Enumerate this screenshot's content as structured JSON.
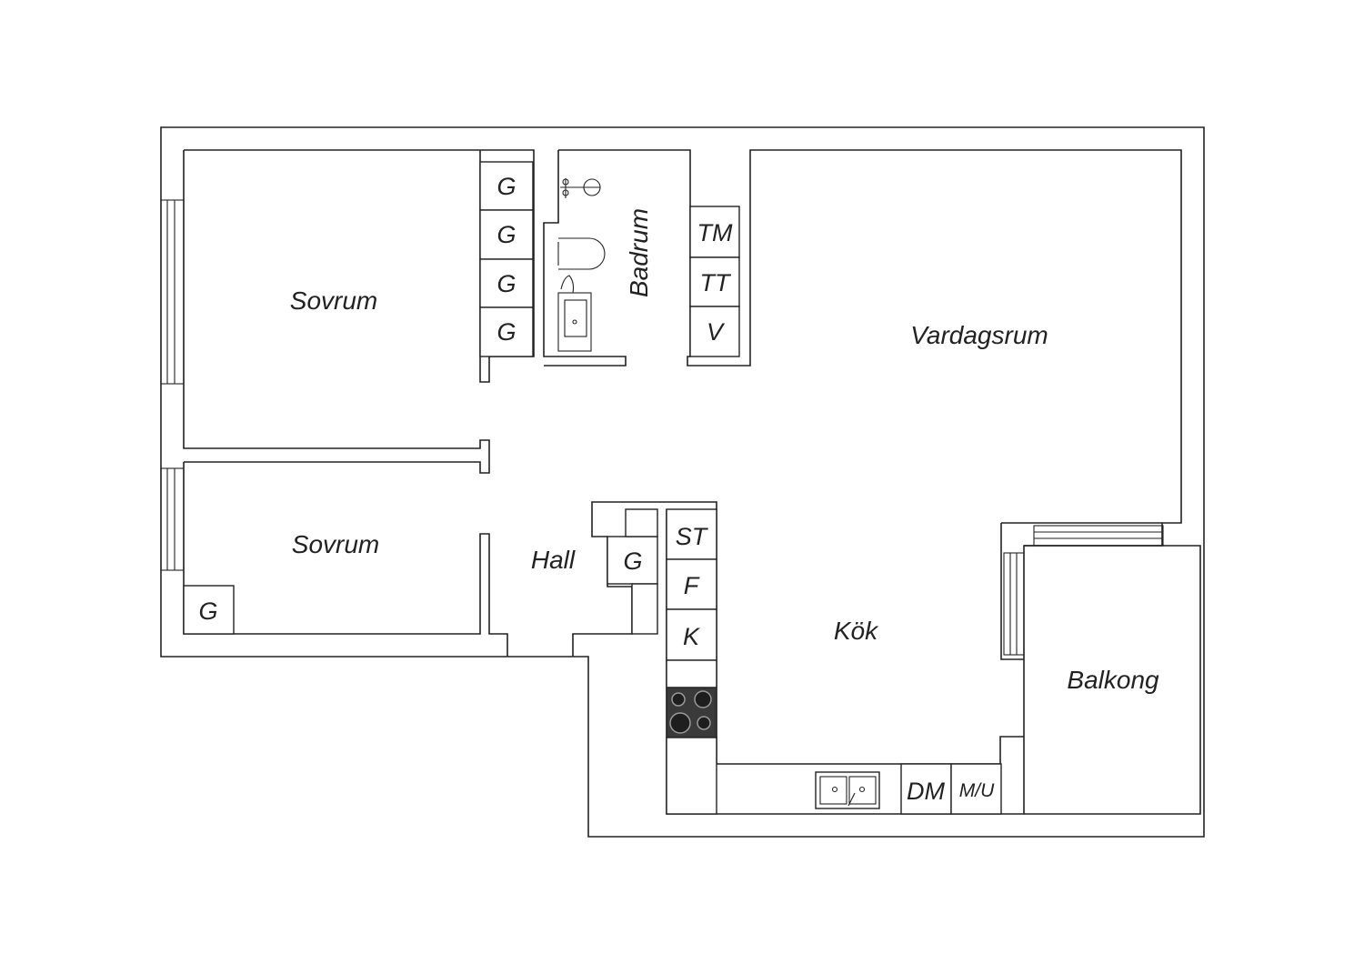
{
  "rooms": {
    "bedroom_top": "Sovrum",
    "bedroom_bottom": "Sovrum",
    "bathroom": "Badrum",
    "living_room": "Vardagsrum",
    "hall": "Hall",
    "kitchen": "Kök",
    "balcony": "Balkong"
  },
  "wardrobe_label": "G",
  "bathroom_units": [
    "TM",
    "TT",
    "V"
  ],
  "kitchen_units": [
    "ST",
    "F",
    "K"
  ],
  "dishwasher_label": "DM",
  "micro_label": "M/U",
  "colors": {
    "line": "#222222",
    "hob": "#3a3a3a",
    "background": "#ffffff"
  }
}
